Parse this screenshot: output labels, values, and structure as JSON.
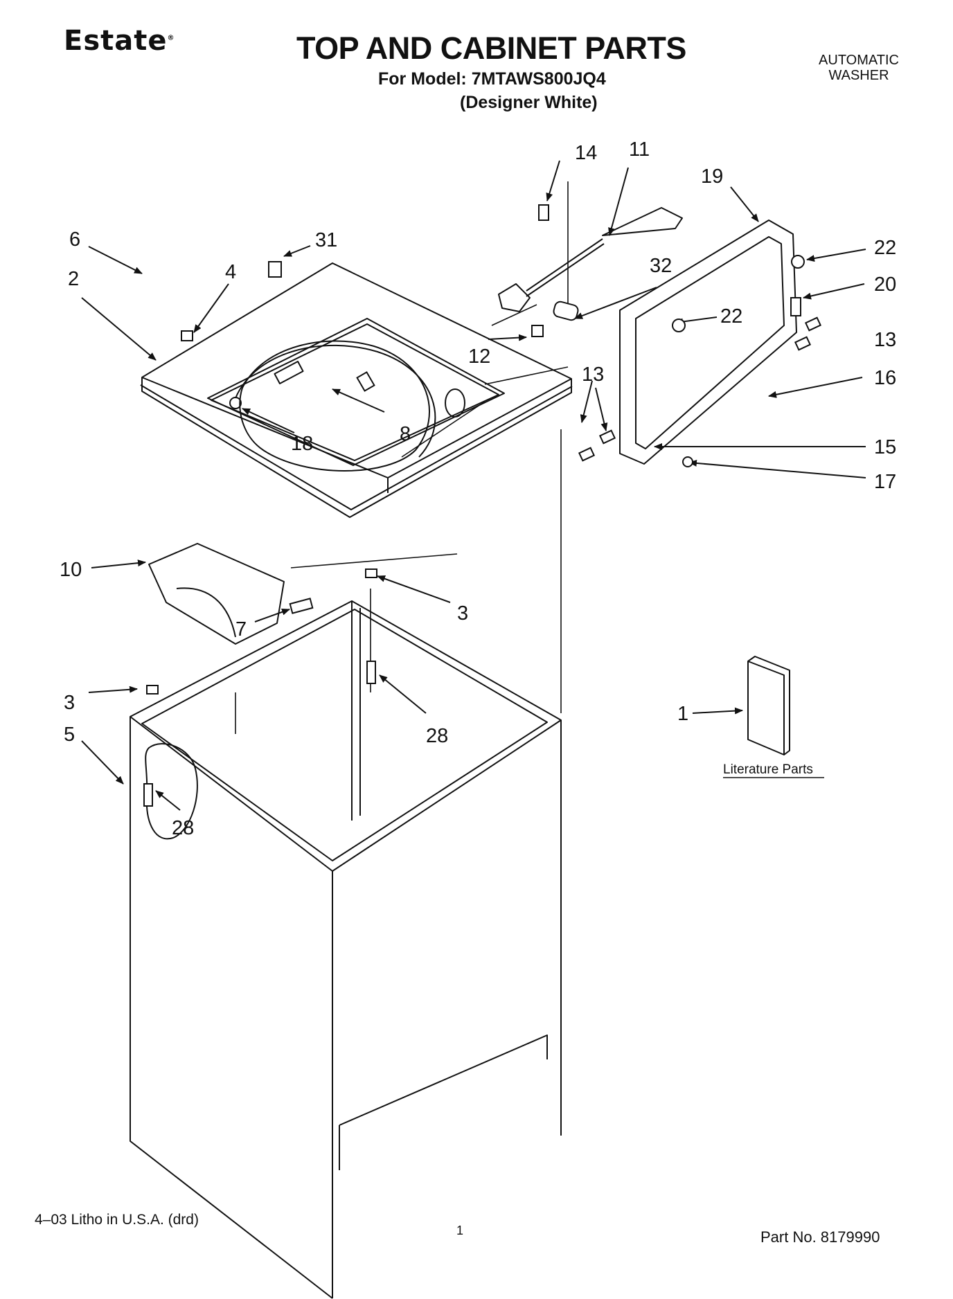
{
  "header": {
    "brand": "Estate",
    "brand_mark": "®",
    "title": "TOP AND CABINET PARTS",
    "model_line": "For Model: 7MTAWS800JQ4",
    "variant": "(Designer White)",
    "product_line1": "AUTOMATIC",
    "product_line2": "WASHER"
  },
  "callouts": {
    "c1": "1",
    "c2": "2",
    "c3a": "3",
    "c3b": "3",
    "c4": "4",
    "c5": "5",
    "c6": "6",
    "c7": "7",
    "c8": "8",
    "c10": "10",
    "c11": "11",
    "c12": "12",
    "c13a": "13",
    "c13b": "13",
    "c14": "14",
    "c15": "15",
    "c16": "16",
    "c17": "17",
    "c18": "18",
    "c19": "19",
    "c20": "20",
    "c22a": "22",
    "c22b": "22",
    "c28a": "28",
    "c28b": "28",
    "c31": "31",
    "c32": "32"
  },
  "literature_label": "Literature Parts",
  "footer": {
    "litho": "4–03 Litho in U.S.A. (drd)",
    "page": "1",
    "part_no": "Part No. 8179990"
  }
}
